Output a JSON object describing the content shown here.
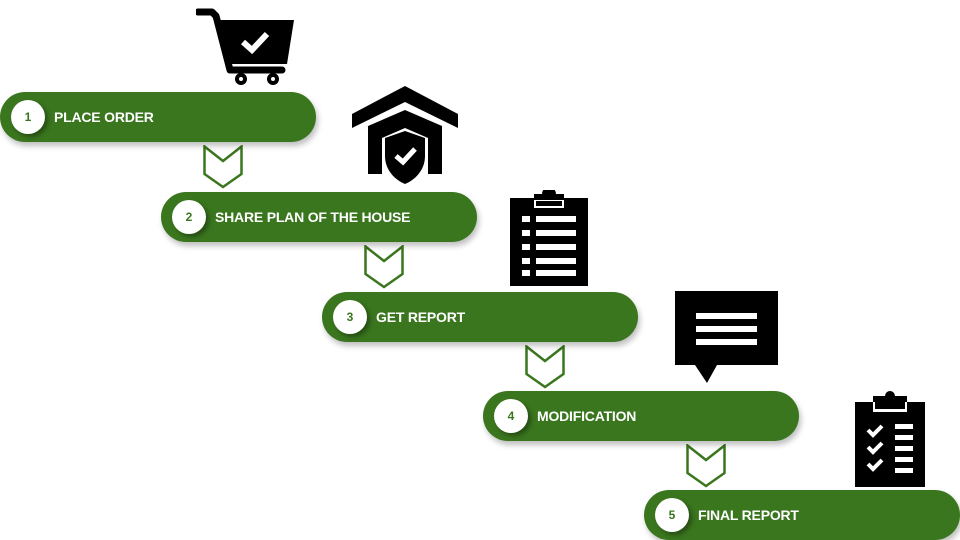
{
  "steps": [
    {
      "number": "1",
      "label": "PLACE ORDER",
      "icon": "shopping-cart-check-icon"
    },
    {
      "number": "2",
      "label": "SHARE PLAN OF THE HOUSE",
      "icon": "house-shield-icon"
    },
    {
      "number": "3",
      "label": "GET REPORT",
      "icon": "clipboard-list-icon"
    },
    {
      "number": "4",
      "label": "MODIFICATION",
      "icon": "speech-bubble-icon"
    },
    {
      "number": "5",
      "label": "FINAL REPORT",
      "icon": "checklist-icon"
    }
  ],
  "colors": {
    "accent": "#3a761e",
    "icon": "#000000"
  }
}
